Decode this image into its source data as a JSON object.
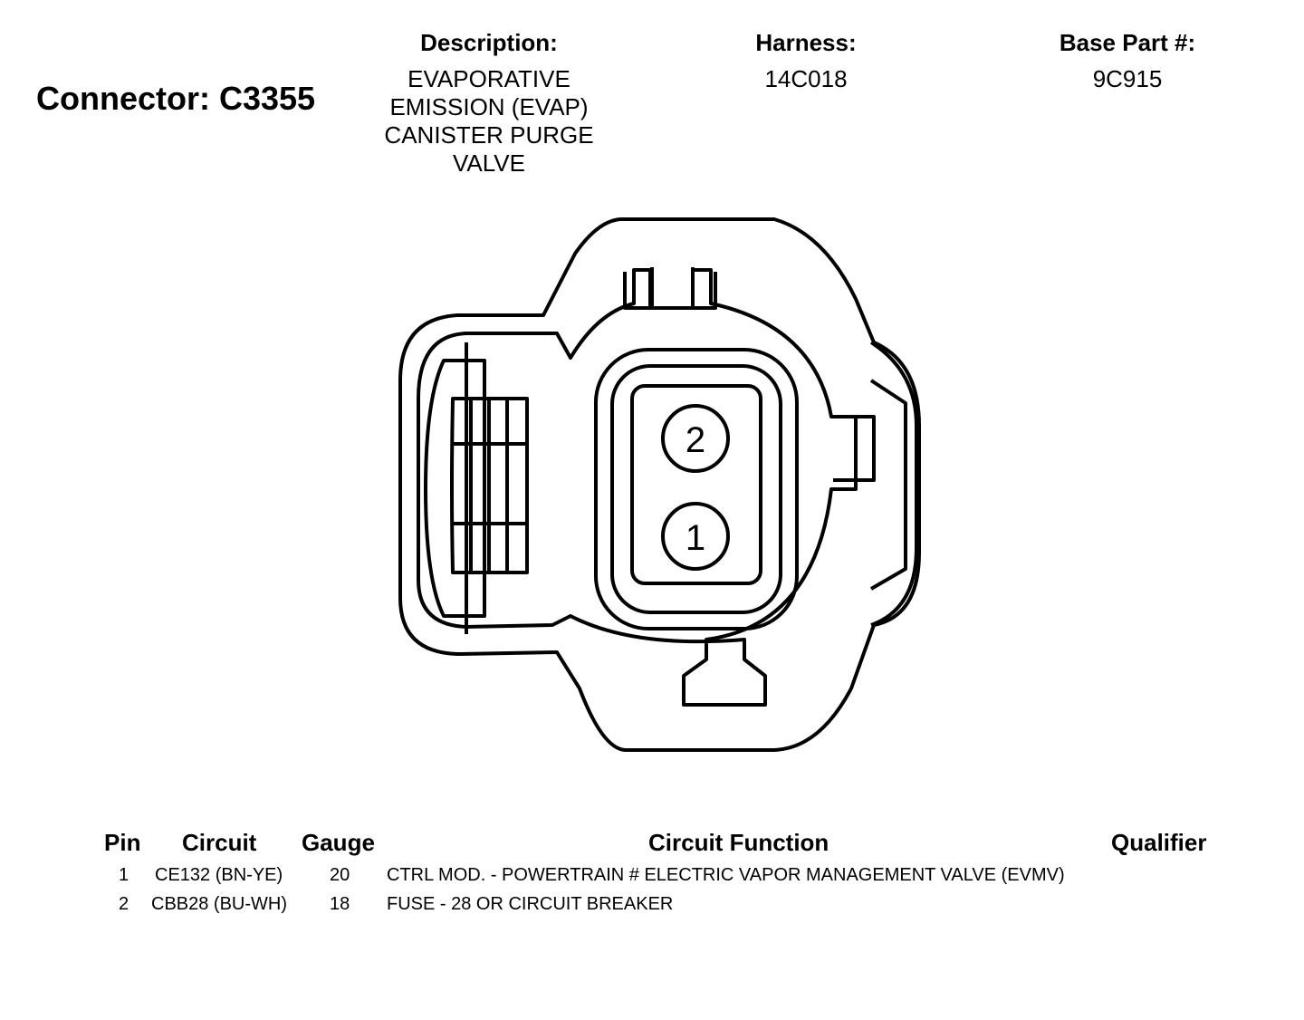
{
  "connector": {
    "title": "Connector: C3355"
  },
  "header": {
    "description_label": "Description:",
    "description_lines": [
      "EVAPORATIVE",
      "EMISSION (EVAP)",
      "CANISTER PURGE",
      "VALVE"
    ],
    "harness_label": "Harness:",
    "harness_value": "14C018",
    "base_part_label": "Base Part #:",
    "base_part_value": "9C915"
  },
  "diagram": {
    "pin_labels": [
      "2",
      "1"
    ]
  },
  "table": {
    "headers": {
      "pin": "Pin",
      "circuit": "Circuit",
      "gauge": "Gauge",
      "function": "Circuit Function",
      "qualifier": "Qualifier"
    },
    "rows": [
      {
        "pin": "1",
        "circuit": "CE132 (BN-YE)",
        "gauge": "20",
        "function": "CTRL MOD. - POWERTRAIN # ELECTRIC VAPOR MANAGEMENT VALVE (EVMV)",
        "qualifier": ""
      },
      {
        "pin": "2",
        "circuit": "CBB28 (BU-WH)",
        "gauge": "18",
        "function": "FUSE - 28 OR CIRCUIT BREAKER",
        "qualifier": ""
      }
    ]
  }
}
